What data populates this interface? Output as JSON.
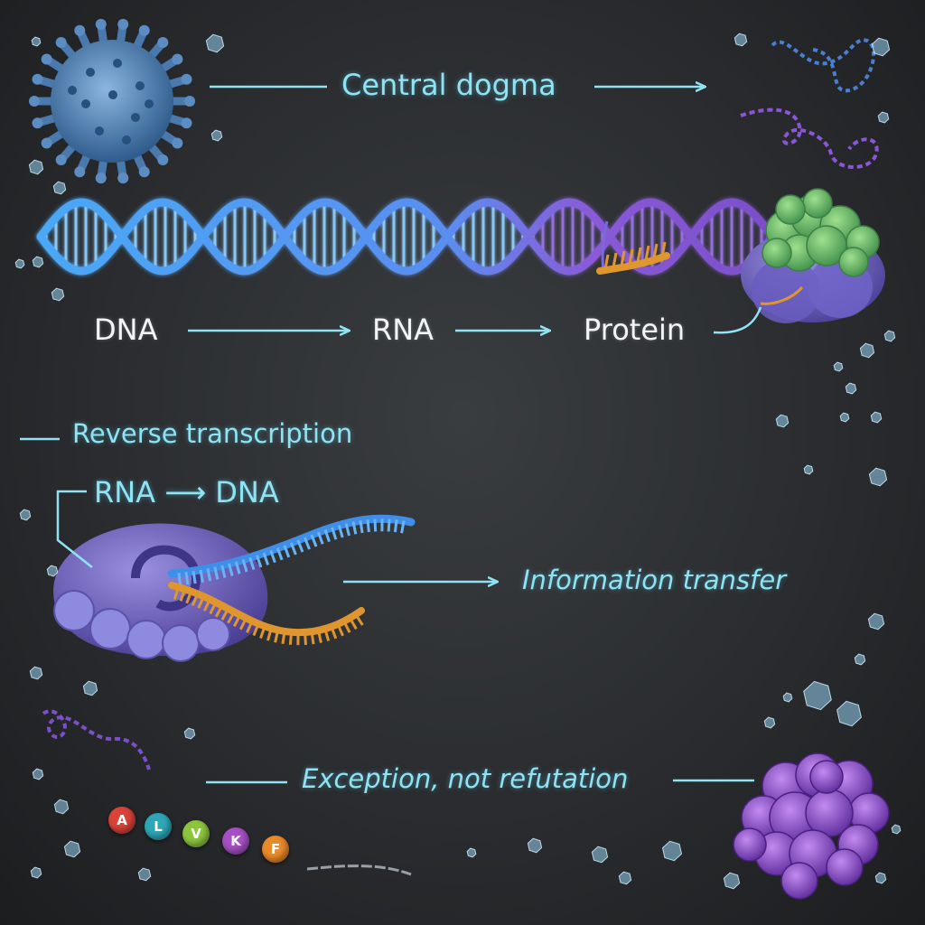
{
  "labels": {
    "central_dogma": "Central dogma",
    "dna": "DNA",
    "rna": "RNA",
    "protein": "Protein",
    "reverse_transcription": "Reverse transcription",
    "rna_to_dna": "RNA ⟶ DNA",
    "information_transfer": "Information transfer",
    "exception": "Exception, not refutation"
  },
  "amino_acids": [
    {
      "letter": "A",
      "color": "#d9433a"
    },
    {
      "letter": "L",
      "color": "#2fa6b8"
    },
    {
      "letter": "V",
      "color": "#8cc63e"
    },
    {
      "letter": "K",
      "color": "#a74fc4"
    },
    {
      "letter": "F",
      "color": "#e98a2a"
    }
  ],
  "colors": {
    "dna_strand": "#4a9cf0",
    "rna_strand": "#8a56d8",
    "rna_orange": "#e0962e",
    "enzyme": "#6d62b6",
    "ribosome_green": "#6dbd6a",
    "label_cyan": "#8fe3f2"
  }
}
